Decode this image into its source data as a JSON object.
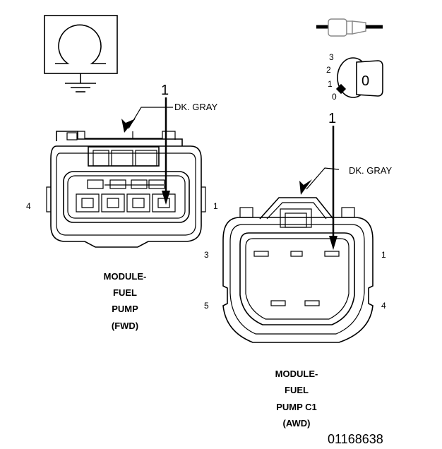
{
  "symbols": {
    "ohmmeter": "ohm-icon",
    "test_lead": "test-probe-icon",
    "ignition": "ignition-switch-icon"
  },
  "ignition_positions": [
    "3",
    "2",
    "1",
    "0"
  ],
  "ignition_key_label": "0",
  "fwd_connector": {
    "pointer_number": "1",
    "wire_color": "DK. GRAY",
    "pin_left": "4",
    "pin_right": "1",
    "caption": [
      "MODULE-",
      "FUEL",
      "PUMP",
      "(FWD)"
    ]
  },
  "awd_connector": {
    "pointer_number": "1",
    "wire_color": "DK. GRAY",
    "pin_top_left": "3",
    "pin_top_right": "1",
    "pin_bottom_left": "5",
    "pin_bottom_right": "4",
    "caption": [
      "MODULE-",
      "FUEL",
      "PUMP C1",
      "(AWD)"
    ]
  },
  "figure_id": "01168638"
}
